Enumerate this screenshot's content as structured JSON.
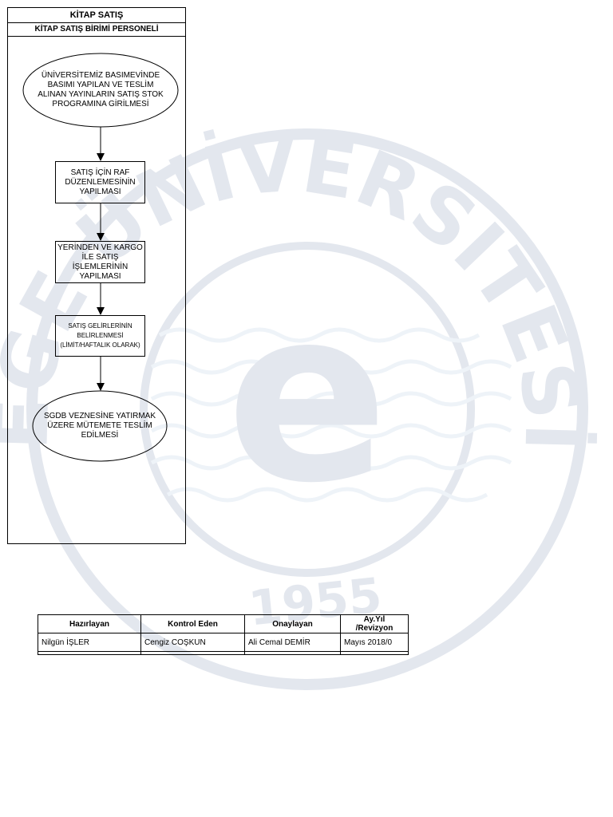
{
  "lane": {
    "title": "KİTAP SATIŞ",
    "subtitle": "KİTAP SATIŞ BİRİMİ PERSONELİ"
  },
  "steps": [
    {
      "id": "s1",
      "shape": "ellipse",
      "text": "ÜNİVERSİTEMİZ BASIMEVİNDE BASIMI YAPILAN VE TESLİM ALINAN  YAYINLARIN SATIŞ STOK PROGRAMINA GİRİLMESİ"
    },
    {
      "id": "s2",
      "shape": "rect",
      "text": "SATIŞ İÇİN RAF DÜZENLEMESİNİN YAPILMASI"
    },
    {
      "id": "s3",
      "shape": "rect",
      "text": "YERİNDEN VE KARGO İLE SATIŞ İŞLEMLERİNİN YAPILMASI"
    },
    {
      "id": "s4",
      "shape": "rect",
      "text": "SATIŞ GELİRLERİNİN BELİRLENMESİ (LİMİT/HAFTALIK OLARAK)"
    },
    {
      "id": "s5",
      "shape": "ellipse",
      "text": "SGDB VEZNESİNE YATIRMAK ÜZERE MÜTEMETE TESLİM EDİLMESİ"
    }
  ],
  "watermark": {
    "word": "EGE ÜNİVERSİTESİ",
    "year": "1955",
    "letter": "e",
    "color": "#e3e7ee"
  },
  "signoff": {
    "headers": [
      "Hazırlayan",
      "Kontrol Eden",
      "Onaylayan",
      "Ay.Yıl /Revizyon"
    ],
    "values": [
      "Nilgün İŞLER",
      "Cengiz COŞKUN",
      "Ali Cemal DEMİR",
      "Mayıs 2018/0"
    ]
  }
}
